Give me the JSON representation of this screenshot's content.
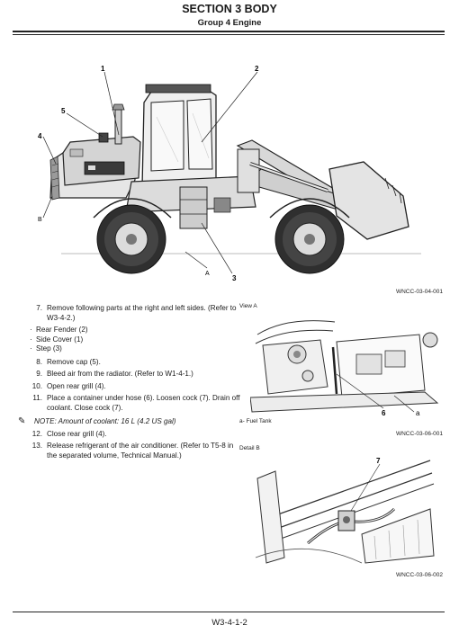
{
  "header": {
    "section": "SECTION 3 BODY",
    "group": "Group 4 Engine"
  },
  "figures": {
    "main": {
      "code": "WNCC-03-04-001",
      "callouts": [
        "1",
        "2",
        "3",
        "4",
        "5",
        "A",
        "B"
      ]
    },
    "view_a": {
      "title": "View A",
      "code": "WNCC-03-06-001",
      "legend": "a-   Fuel Tank",
      "callouts": [
        "6",
        "a"
      ]
    },
    "detail_b": {
      "title": "Detail B",
      "code": "WNCC-03-06-002",
      "callouts": [
        "7"
      ]
    }
  },
  "steps": {
    "s7": {
      "num": "7.",
      "text": "Remove following parts at the right and left sides. (Refer to W3-4-2.)"
    },
    "bullets": [
      "Rear Fender (2)",
      "Side Cover (1)",
      "Step (3)"
    ],
    "s8": {
      "num": "8.",
      "text": "Remove cap (5)."
    },
    "s9": {
      "num": "9.",
      "text": "Bleed air from the radiator. (Refer to W1-4-1.)"
    },
    "s10": {
      "num": "10.",
      "text": "Open rear grill (4)."
    },
    "s11": {
      "num": "11.",
      "text": "Place a container under hose (6). Loosen cock (7). Drain off coolant. Close cock (7)."
    },
    "note": "NOTE:   Amount of coolant: 16 L (4.2 US gal)",
    "s12": {
      "num": "12.",
      "text": "Close rear grill (4)."
    },
    "s13": {
      "num": "13.",
      "text": "Release refrigerant of the air conditioner. (Refer to T5-8 in the separated volume, Technical Manual.)"
    }
  },
  "footer": {
    "page": "W3-4-1-2"
  }
}
